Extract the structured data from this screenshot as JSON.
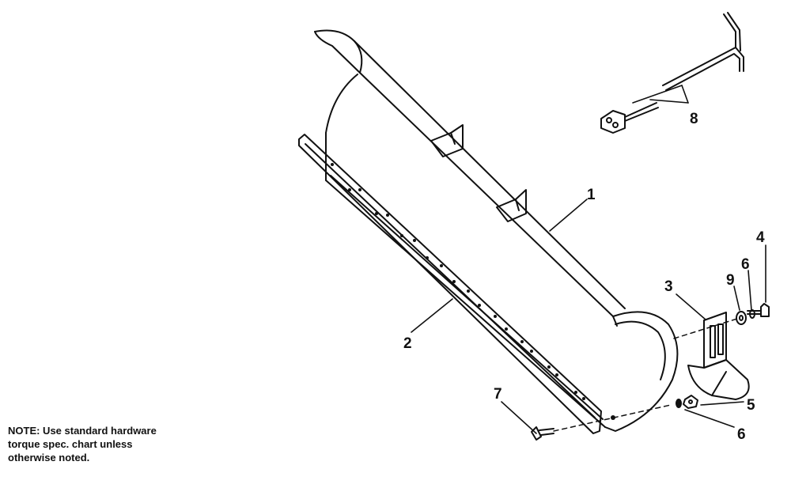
{
  "note": {
    "lines": [
      "NOTE: Use standard hardware",
      "torque spec. chart unless",
      "otherwise noted."
    ]
  },
  "callouts": {
    "c1": "1",
    "c2": "2",
    "c3": "3",
    "c4": "4",
    "c5": "5",
    "c6a": "6",
    "c6b": "6",
    "c7": "7",
    "c8": "8",
    "c9": "9"
  }
}
